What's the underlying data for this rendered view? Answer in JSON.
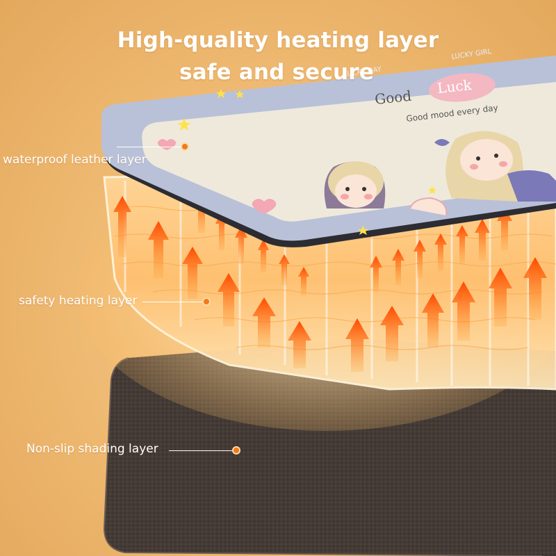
{
  "heading": {
    "line1": "High-quality heating layer",
    "line2": "safe and secure"
  },
  "mat_print": {
    "greeting_word1": "Good",
    "greeting_word2": "Luck",
    "tagline": "Good mood every day",
    "corner_text": "LUCKY GIRL",
    "corner_text2": "LUCKY DAY"
  },
  "callouts": [
    {
      "label": "waterproof leather layer"
    },
    {
      "label": "safety heating layer"
    },
    {
      "label": "Non-slip shading layer"
    }
  ],
  "colors": {
    "background": "#eeb870",
    "accent_dot": "#f07a1a",
    "arrow": "#ff6a00",
    "leather_top": "#efe9dc",
    "leather_border": "#b9c1d8",
    "base_layer": "#3e3530"
  }
}
